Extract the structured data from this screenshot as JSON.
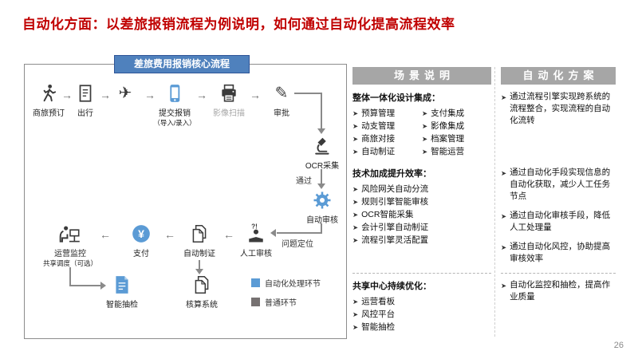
{
  "slide": {
    "title": "自动化方面：以差旅报销流程为例说明，如何通过自动化提高流程效率",
    "page_number": "26"
  },
  "ui": {
    "bullet": "➤",
    "plane": "✈",
    "pen": "✎"
  },
  "colors": {
    "title_red": "#C00000",
    "accent_blue": "#5B9BD5",
    "header_gray": "#A6A6A6",
    "normal_gray": "#767171"
  },
  "flow": {
    "badge": "差旅费用报销核心流程",
    "nodes": {
      "booking": "商旅预订",
      "travel": "出行",
      "submit_line1": "提交报销",
      "submit_line2": "（导入/录入）",
      "scan": "影像扫描",
      "approve": "审批",
      "ocr": "OCR采集",
      "pass": "通过",
      "auto_review": "自动审核",
      "issue": "问题定位",
      "manual_review": "人工审核",
      "auto_voucher": "自动制证",
      "pay": "支付",
      "monitor_line1": "运营监控",
      "monitor_line2": "共享调度（可选）",
      "smart_check": "智能抽检",
      "accounting": "核算系统"
    },
    "legend": [
      {
        "label": "自动化处理环节",
        "color": "#5B9BD5"
      },
      {
        "label": "普通环节",
        "color": "#767171"
      }
    ]
  },
  "scenario": {
    "header": "场景说明",
    "group1": {
      "title": "整体一体化设计集成：",
      "left": [
        "预算管理",
        "动支管理",
        "商旅对接",
        "自动制证"
      ],
      "right": [
        "支付集成",
        "影像集成",
        "档案管理",
        "智能运营"
      ]
    },
    "group2": {
      "title": "技术加成提升效率：",
      "items": [
        "风险网关自动分流",
        "规则引擎智能审核",
        "OCR智能采集",
        "会计引擎自动制证",
        "流程引擎灵活配置"
      ]
    },
    "group3": {
      "title": "共享中心持续优化：",
      "items": [
        "运营看板",
        "风控平台",
        "智能抽检"
      ]
    }
  },
  "solution": {
    "header": "自动化方案",
    "group1": [
      "通过流程引擎实现跨系统的流程整合，实现流程的自动化流转"
    ],
    "group2": [
      "通过自动化手段实现信息的自动化获取，减少人工任务节点",
      "通过自动化审核手段，降低人工处理量",
      "通过自动化风控，协助提高审核效率"
    ],
    "group3": [
      "自动化监控和抽检，提高作业质量"
    ]
  }
}
